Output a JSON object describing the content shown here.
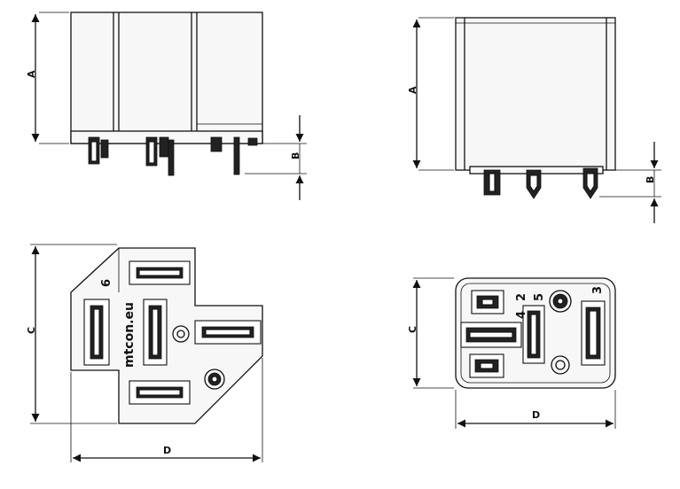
{
  "dimension_labels": {
    "a": "A",
    "b": "B",
    "c": "C",
    "d": "D"
  },
  "brand_text": "mtcon.eu",
  "pin_numbers": {
    "pin_6": "6",
    "pin_2": "2",
    "pin_5": "5",
    "pin_4": "4",
    "pin_3": "3"
  }
}
